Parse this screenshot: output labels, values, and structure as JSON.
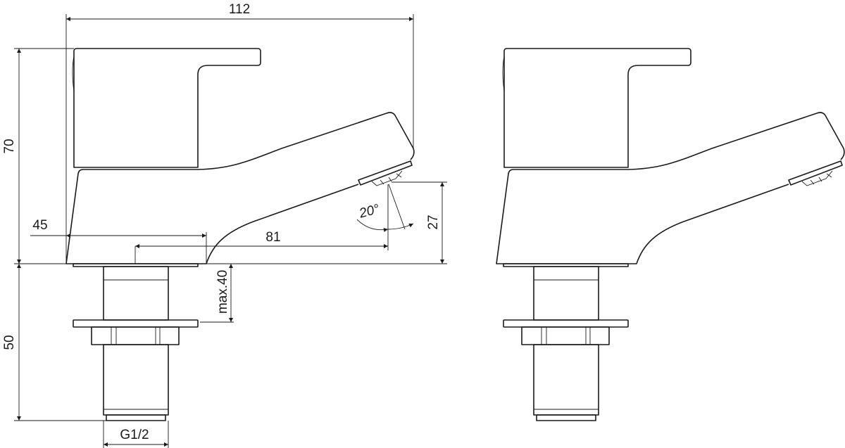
{
  "title": "Basin pillar tap dimension drawing",
  "dimensions": {
    "overall_width": "112",
    "overall_height": "70",
    "below_deck": "50",
    "handle_offset": "45",
    "spout_reach": "81",
    "spout_height": "27",
    "deck_thickness": "max.40",
    "spray_angle": "20°",
    "thread": "G1/2"
  },
  "colors": {
    "line": "#1a1a1a",
    "background": "#ffffff"
  }
}
